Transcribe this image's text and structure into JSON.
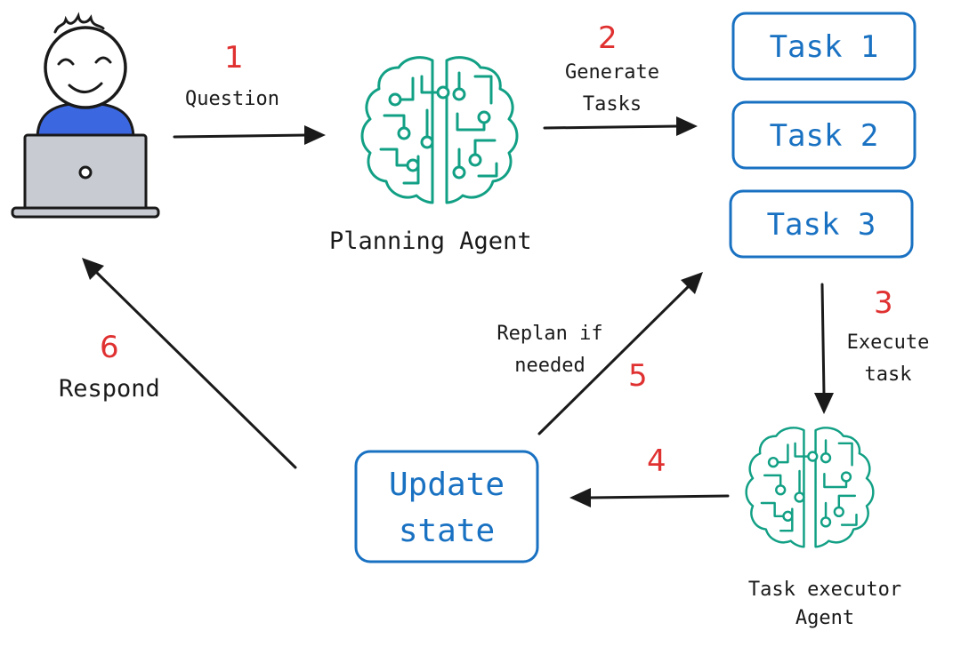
{
  "colors": {
    "step_number": "#e03131",
    "task_box": "#1971c2",
    "agent_icon": "#12a085",
    "arrow": "#1a1a1a",
    "user_shirt": "#3b67e0",
    "laptop": "#c8cbd1"
  },
  "icons": {
    "user": "user-at-laptop-icon",
    "planning_agent": "brain-circuit-icon",
    "executor_agent": "brain-circuit-icon"
  },
  "steps": [
    {
      "number": "1",
      "label": "Question"
    },
    {
      "number": "2",
      "label_lines": [
        "Generate",
        "Tasks"
      ]
    },
    {
      "number": "3",
      "label_lines": [
        "Execute",
        "task"
      ]
    },
    {
      "number": "4",
      "label": ""
    },
    {
      "number": "5",
      "label_lines": [
        "Replan if",
        "needed"
      ]
    },
    {
      "number": "6",
      "label": "Respond"
    }
  ],
  "planning_agent": {
    "label": "Planning Agent"
  },
  "executor_agent": {
    "label_lines": [
      "Task executor",
      "Agent"
    ]
  },
  "tasks": [
    "Task 1",
    "Task 2",
    "Task 3"
  ],
  "update_state": {
    "label_lines": [
      "Update",
      "state"
    ]
  }
}
